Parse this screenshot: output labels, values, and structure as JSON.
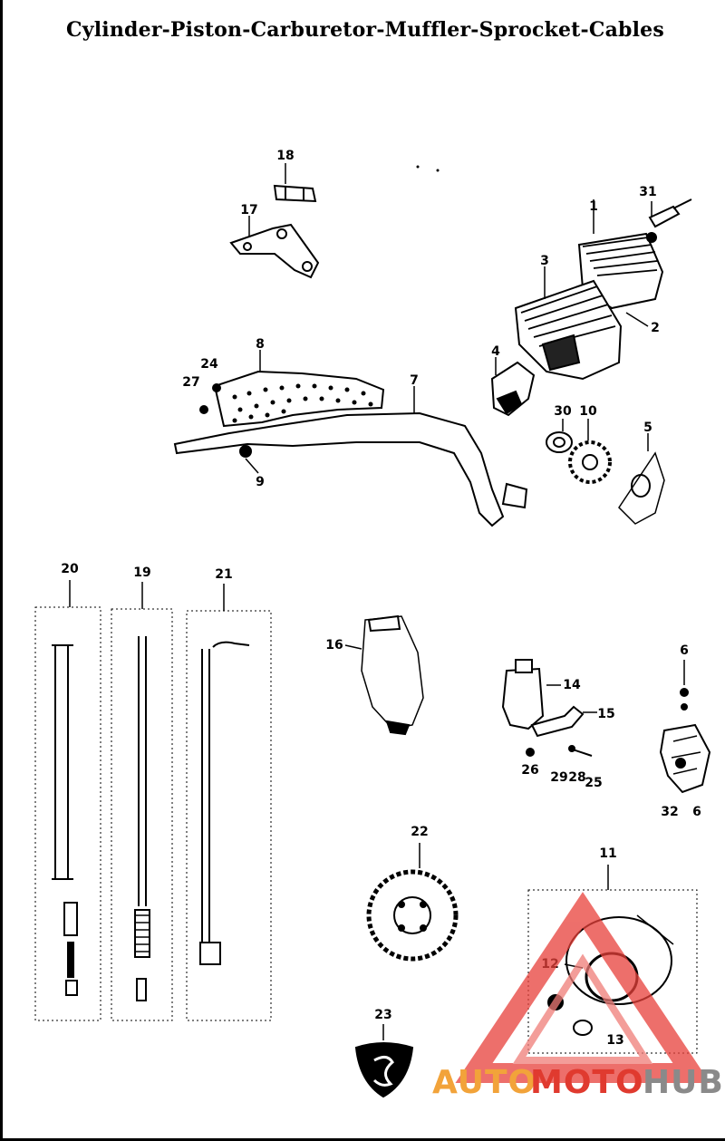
{
  "title": "Cylinder-Piston-Carburetor-Muffler-Sprocket-Cables",
  "callouts": {
    "c1": "1",
    "c2": "2",
    "c3": "3",
    "c4": "4",
    "c5": "5",
    "c6a": "6",
    "c6b": "6",
    "c7": "7",
    "c8": "8",
    "c9": "9",
    "c10": "10",
    "c11": "11",
    "c12": "12",
    "c13": "13",
    "c14": "14",
    "c15": "15",
    "c16": "16",
    "c17": "17",
    "c18": "18",
    "c19": "19",
    "c20": "20",
    "c21": "21",
    "c22": "22",
    "c23": "23",
    "c24": "24",
    "c25": "25",
    "c26": "26",
    "c27": "27",
    "c28": "28",
    "c29": "29",
    "c30": "30",
    "c31": "31",
    "c32": "32"
  },
  "watermark": {
    "auto": "AUTO",
    "moto": "MOTO",
    "hub": "HUB",
    "colors": {
      "auto": "#f2a33a",
      "moto": "#e03a2f",
      "hub": "#8a8a8a",
      "triangle": "#e8403a"
    }
  }
}
